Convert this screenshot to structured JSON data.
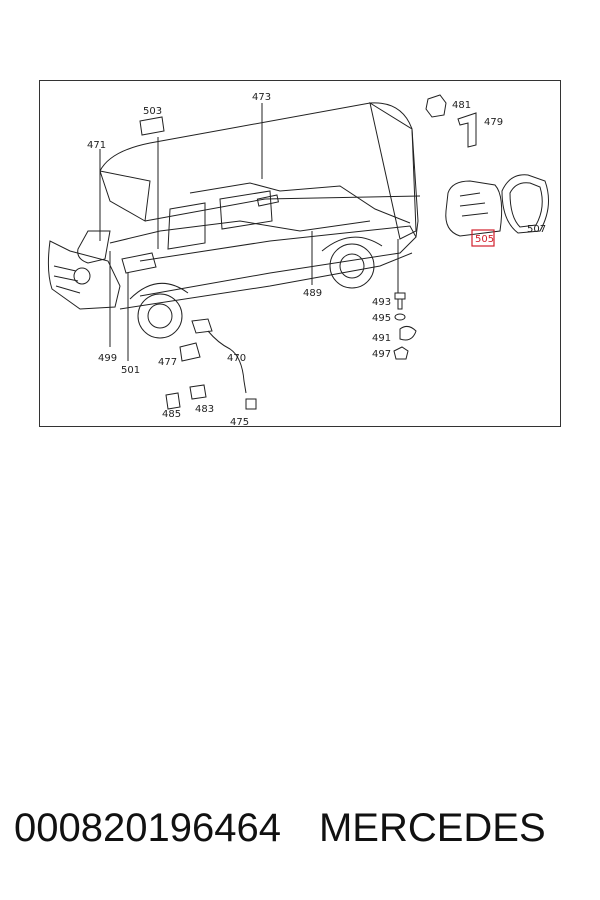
{
  "diagram": {
    "part_labels": {
      "p473": "473",
      "p481": "481",
      "p479": "479",
      "p503": "503",
      "p471": "471",
      "p505": "505",
      "p507": "507",
      "p489": "489",
      "p493": "493",
      "p495": "495",
      "p491": "491",
      "p497": "497",
      "p477": "477",
      "p470": "470",
      "p499": "499",
      "p501": "501",
      "p485": "485",
      "p483": "483",
      "p475": "475"
    },
    "highlighted_part": "505",
    "highlight_color": "#d21f2b"
  },
  "caption": {
    "part_number": "000820196464",
    "brand": "MERCEDES"
  }
}
